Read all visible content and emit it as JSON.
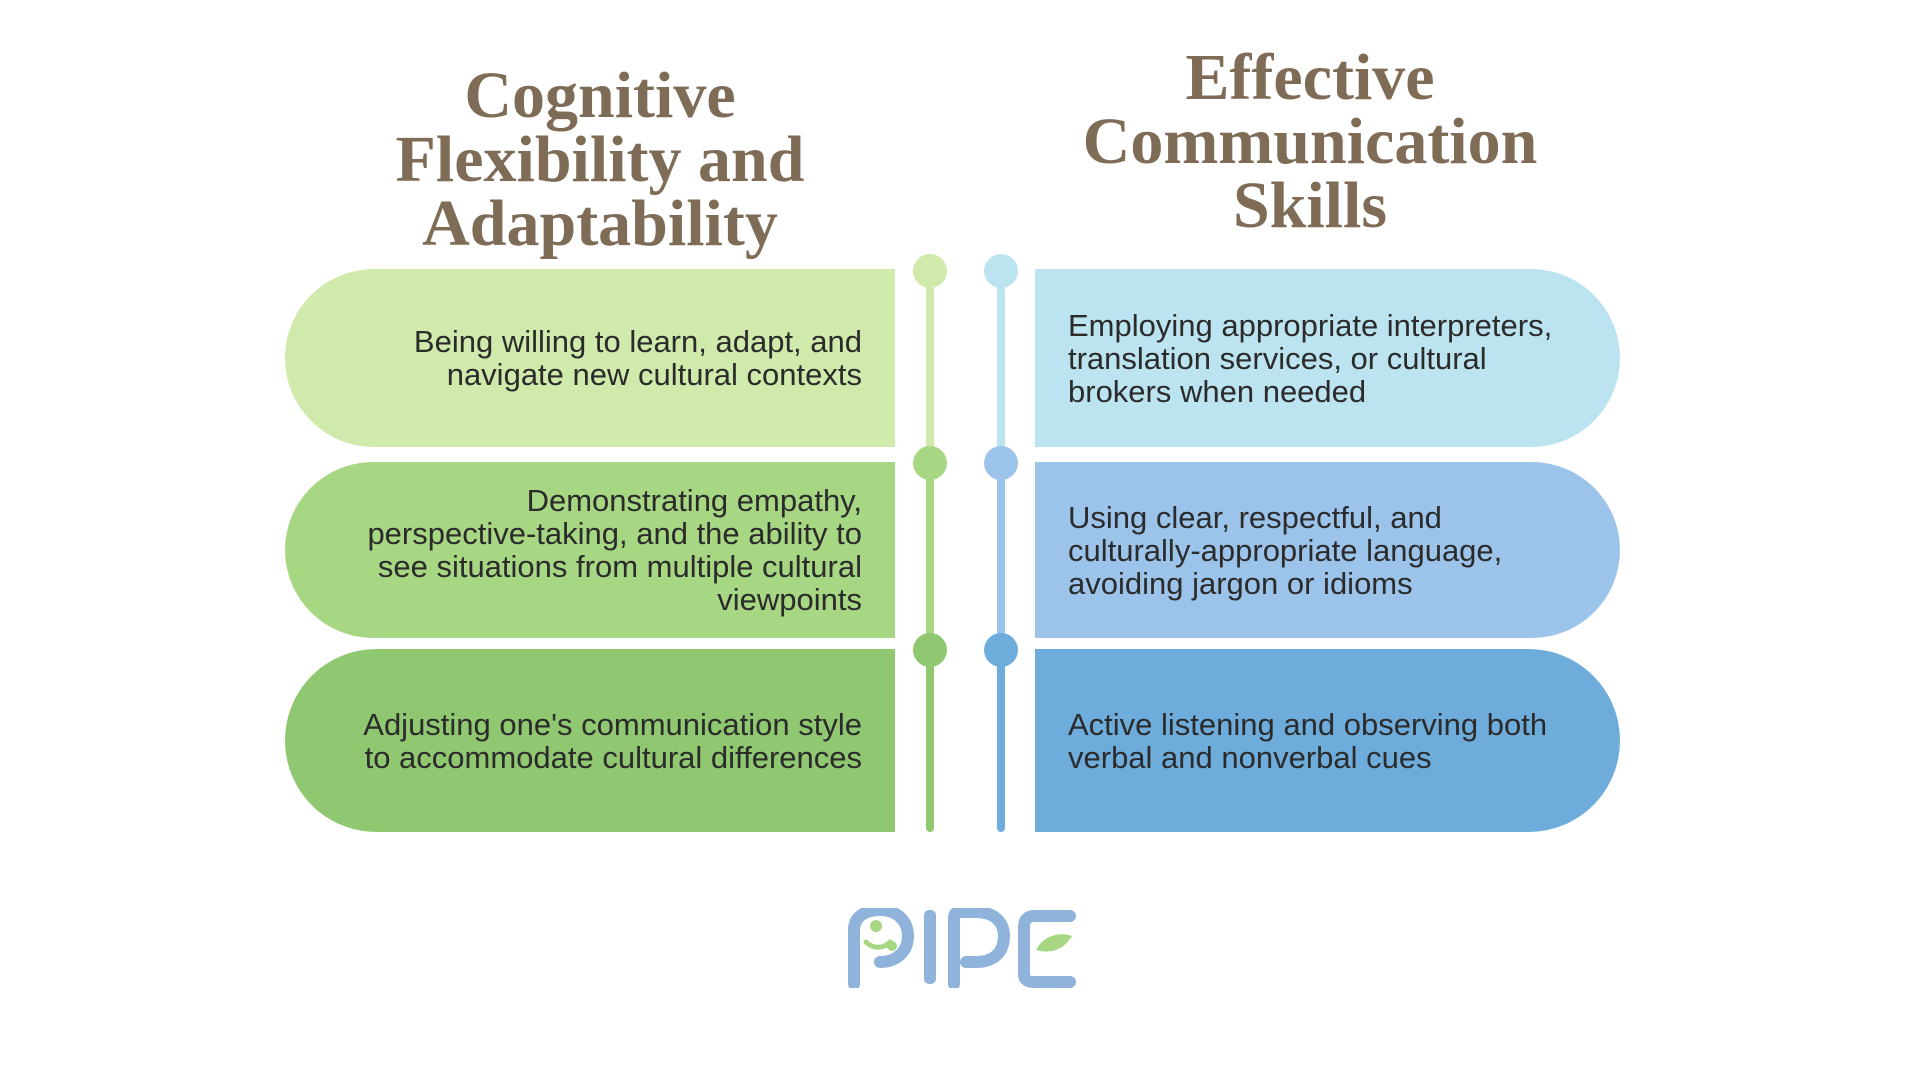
{
  "left_column": {
    "heading": "Cognitive\nFlexibility and\nAdaptability",
    "items": [
      {
        "text": "Being willing to learn, adapt, and navigate new cultural contexts",
        "color": "#cfeaab"
      },
      {
        "text": "Demonstrating empathy, perspective-taking, and the ability to see situations from multiple cultural viewpoints",
        "color": "#a8d784"
      },
      {
        "text": "Adjusting one's communication style to accommodate cultural differences",
        "color": "#8fc870"
      }
    ]
  },
  "right_column": {
    "heading": "Effective\nCommunication\nSkills",
    "items": [
      {
        "text": "Employing appropriate interpreters, translation services, or cultural brokers when needed",
        "color": "#bce4f0"
      },
      {
        "text": "Using clear, respectful, and culturally-appropriate language, avoiding jargon or idioms",
        "color": "#9cc4ea"
      },
      {
        "text": "Active listening and observing both verbal and nonverbal cues",
        "color": "#6eaddb"
      }
    ]
  },
  "logo": {
    "text": "PIPE",
    "colors": {
      "blue": "#8fb3da",
      "green": "#a8d784"
    }
  },
  "colors": {
    "heading": "#7f6c56",
    "body_text": "#2b2b2b"
  }
}
